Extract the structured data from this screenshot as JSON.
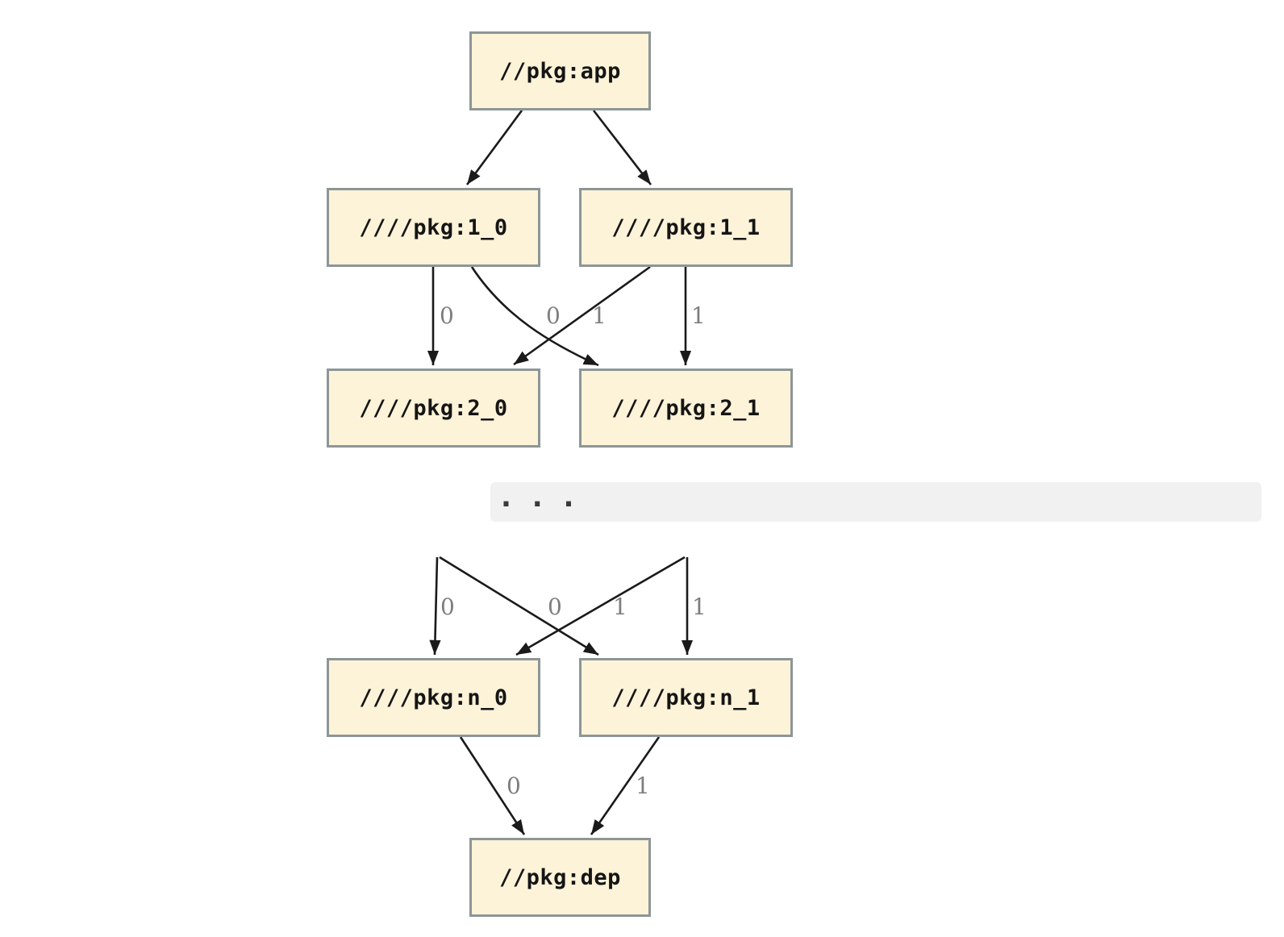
{
  "diagram": {
    "type": "dependency-graph",
    "nodes": {
      "app": {
        "label": "//pkg:app"
      },
      "v1_0": {
        "label": "////pkg:1_0"
      },
      "v1_1": {
        "label": "////pkg:1_1"
      },
      "v2_0": {
        "label": "////pkg:2_0"
      },
      "v2_1": {
        "label": "////pkg:2_1"
      },
      "vn_0": {
        "label": "////pkg:n_0"
      },
      "vn_1": {
        "label": "////pkg:n_1"
      },
      "dep": {
        "label": "//pkg:dep"
      }
    },
    "ellipsis": ". . .",
    "edges": {
      "app_to_1_0": {
        "from": "//pkg:app",
        "to": "////pkg:1_0",
        "label": ""
      },
      "app_to_1_1": {
        "from": "//pkg:app",
        "to": "////pkg:1_1",
        "label": ""
      },
      "e1_0_to_2_0": {
        "from": "////pkg:1_0",
        "to": "////pkg:2_0",
        "label": "0"
      },
      "e1_0_to_2_1": {
        "from": "////pkg:1_0",
        "to": "////pkg:2_1",
        "label": "0"
      },
      "e1_1_to_2_0": {
        "from": "////pkg:1_1",
        "to": "////pkg:2_0",
        "label": "1"
      },
      "e1_1_to_2_1": {
        "from": "////pkg:1_1",
        "to": "////pkg:2_1",
        "label": "1"
      },
      "prev0_to_n_0": {
        "to": "////pkg:n_0",
        "label": "0"
      },
      "prev0_to_n_1": {
        "to": "////pkg:n_1",
        "label": "0"
      },
      "prev1_to_n_0": {
        "to": "////pkg:n_0",
        "label": "1"
      },
      "prev1_to_n_1": {
        "to": "////pkg:n_1",
        "label": "1"
      },
      "n_0_to_dep": {
        "from": "////pkg:n_0",
        "to": "//pkg:dep",
        "label": "0"
      },
      "n_1_to_dep": {
        "from": "////pkg:n_1",
        "to": "//pkg:dep",
        "label": "1"
      }
    },
    "colors": {
      "node_fill": "#FCF3D8",
      "node_border": "#8D9697",
      "edge": "#1A1A1A",
      "edge_label": "#7E7E7E",
      "ellipsis_bar": "#F1F1F1",
      "ellipsis_dots": "#3A3A3A"
    }
  }
}
